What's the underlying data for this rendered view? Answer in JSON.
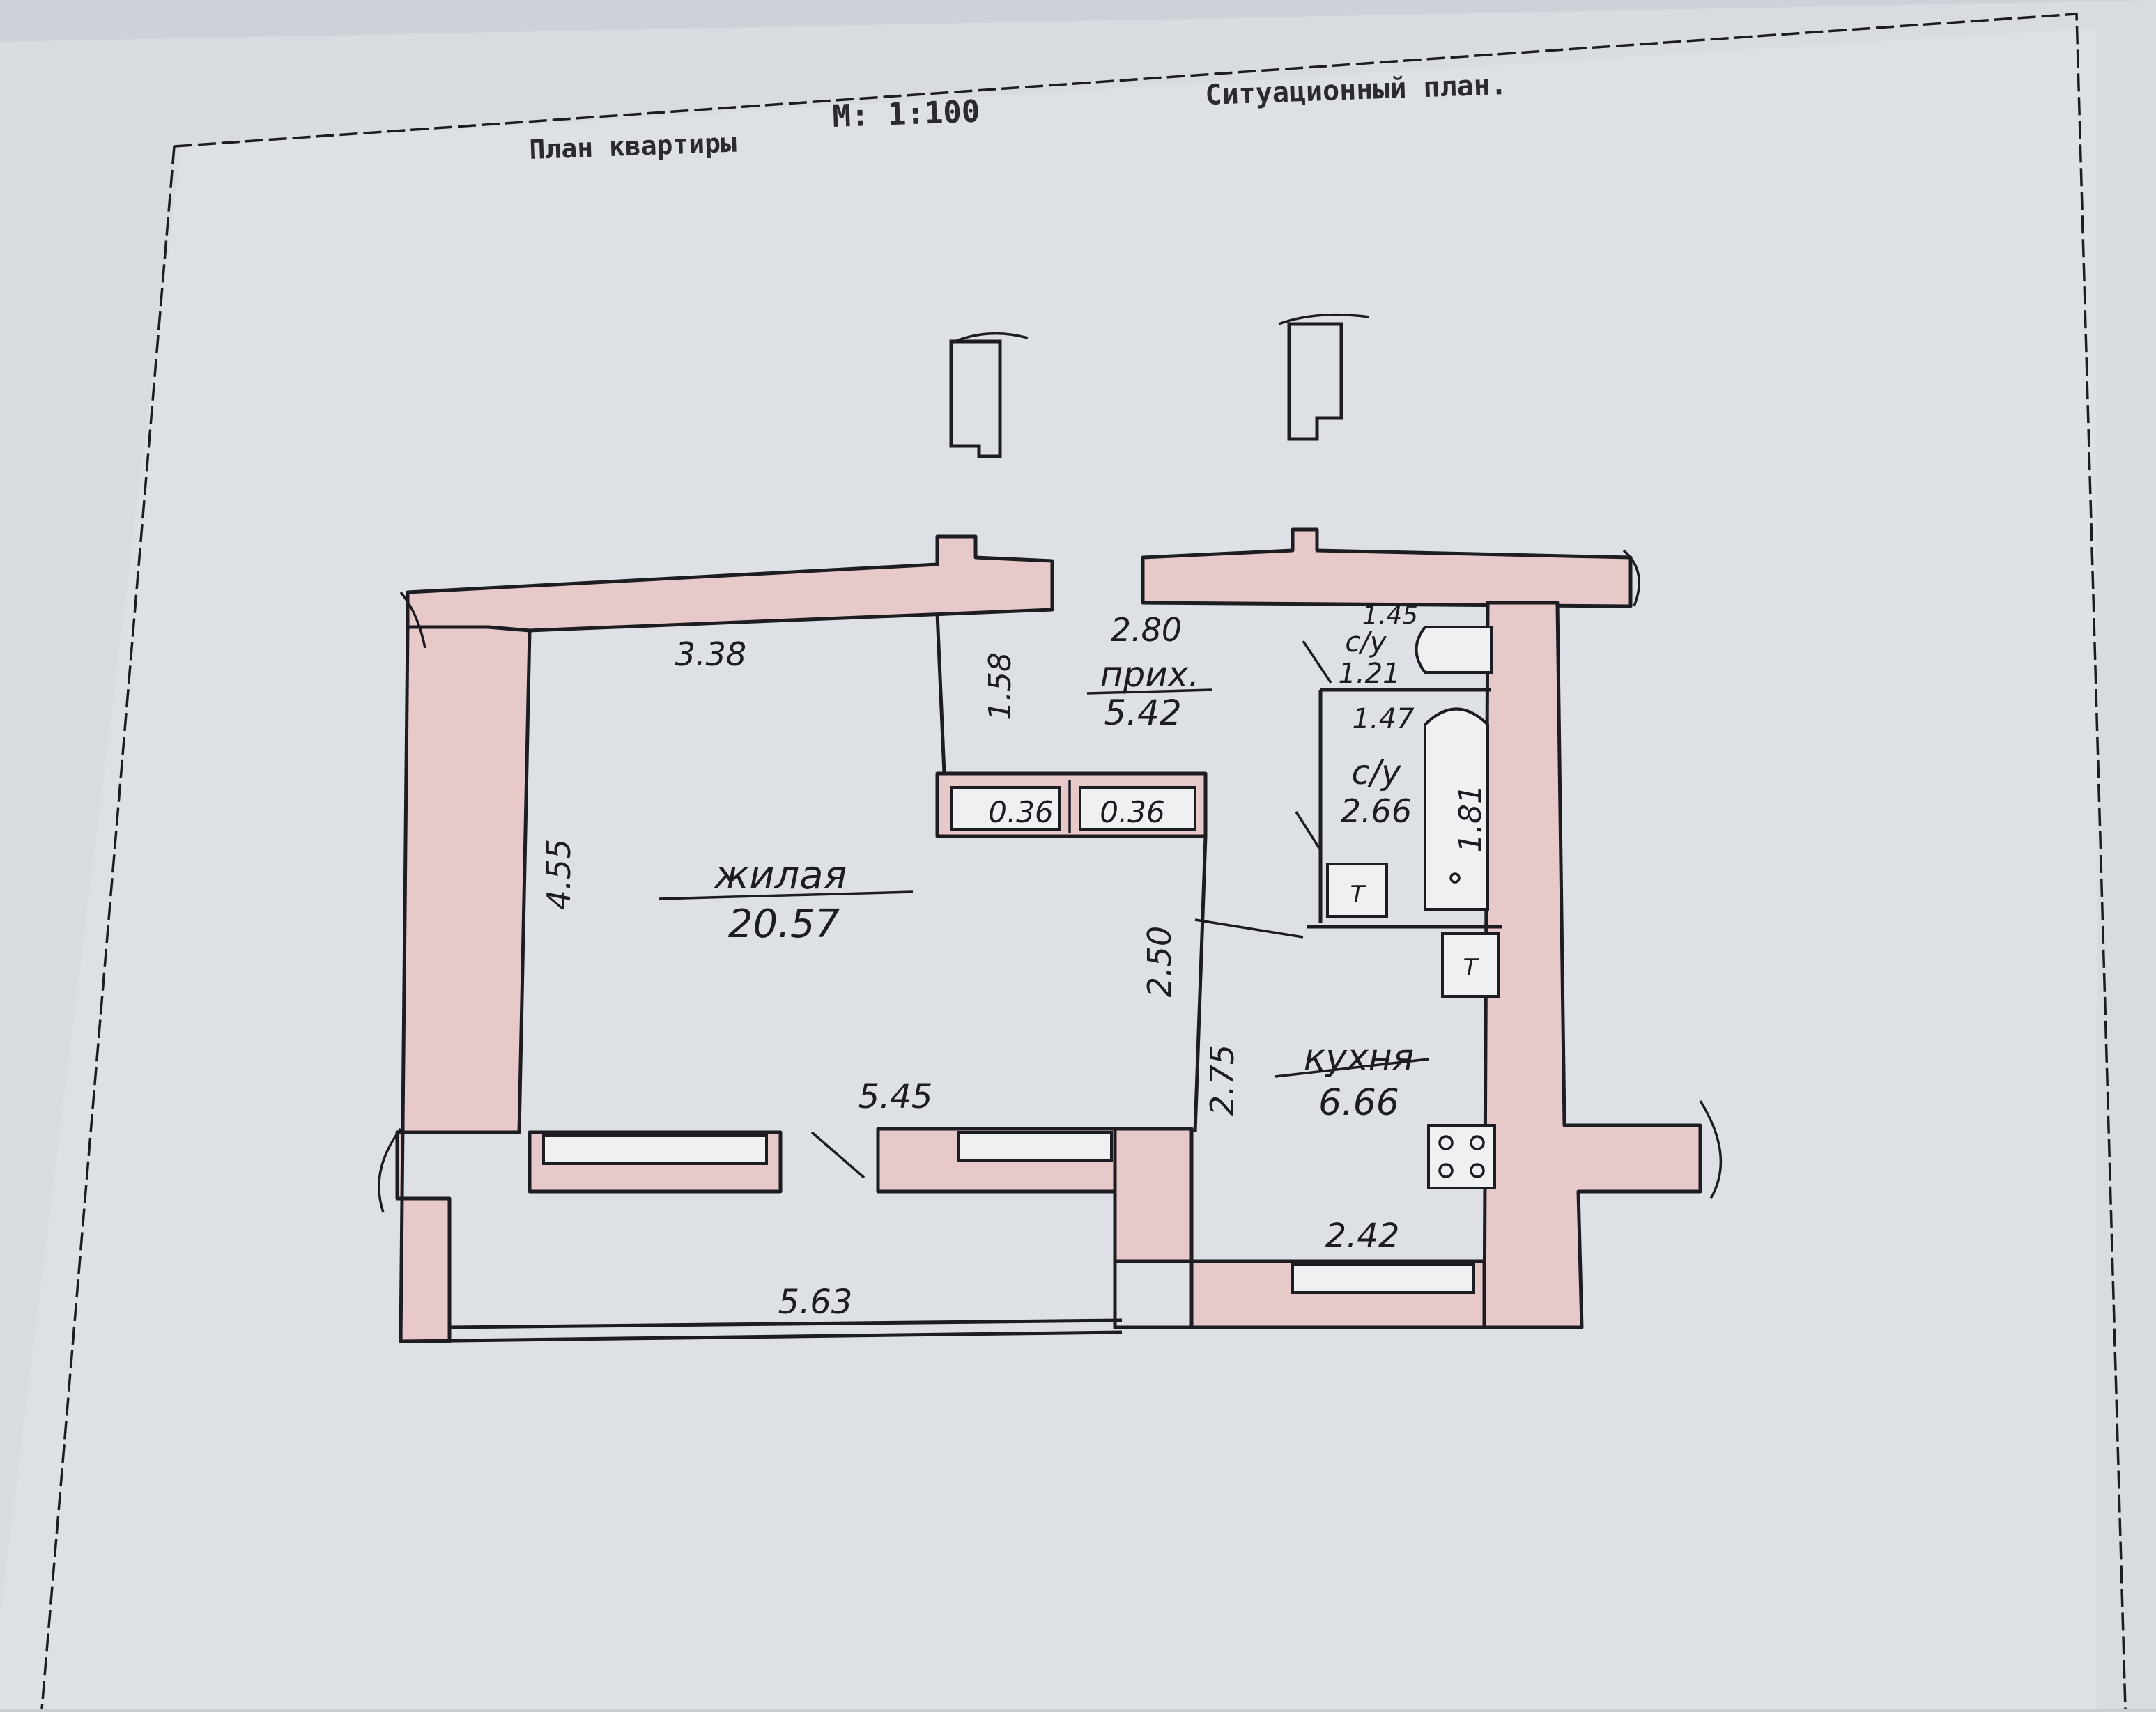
{
  "header": {
    "plan_title": "План квартиры",
    "scale": "М: 1:100",
    "site_plan": "Ситуационный план."
  },
  "rooms": {
    "living": {
      "label": "жилая",
      "area": "20.57"
    },
    "hall": {
      "label": "прих.",
      "area": "5.42"
    },
    "wc": {
      "label": "с/у",
      "area": "1.21"
    },
    "bath": {
      "label": "с/у",
      "area": "2.66"
    },
    "kitchen": {
      "label": "кухня",
      "area": "6.66"
    }
  },
  "dimensions": {
    "living_top": "3.38",
    "living_left": "4.55",
    "living_right_partition": "1.58",
    "closet_a": "0.36",
    "closet_b": "0.36",
    "hall_width": "2.80",
    "wc_width": "1.45",
    "bath_width": "1.47",
    "bath_length": "1.81",
    "hall_partition": "2.50",
    "kitchen_side": "2.75",
    "kitchen_width": "2.42",
    "living_window_wall": "5.45",
    "balcony_length": "5.63"
  },
  "fixtures": {
    "bath_heater_mark": "Т",
    "kitchen_heater_mark": "Т"
  },
  "colors": {
    "wall_fill": "#e8c9c9",
    "paper": "#dcdfe4",
    "ink": "#1c1c22"
  }
}
